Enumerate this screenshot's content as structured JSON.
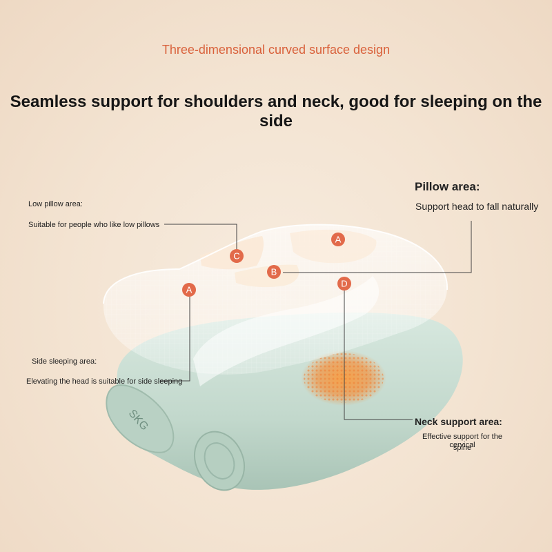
{
  "header": {
    "subtitle": "Three-dimensional curved surface design",
    "headline": "Seamless support for shoulders and neck, good for sleeping on the side"
  },
  "callouts": {
    "low_pillow": {
      "title": "Low pillow area:",
      "desc": "Suitable for people who like low pillows",
      "marker": "C"
    },
    "pillow": {
      "title": "Pillow area:",
      "desc": "Support head to fall naturally",
      "marker": "B"
    },
    "side_sleeping": {
      "title": "Side sleeping area:",
      "desc": "Elevating the head is suitable for side sleeping",
      "marker": "A"
    },
    "neck_support": {
      "title": "Neck support area:",
      "desc_line1": "Effective support for the cervical",
      "desc_line2": "spine",
      "marker": "D"
    }
  },
  "markers": {
    "top_right": "A"
  },
  "product": {
    "logo_text": "SKG"
  },
  "colors": {
    "accent": "#e26a4a",
    "pillow_body": "#c9ddd2",
    "heat_pad": "#f08a3c",
    "leader_line": "#444444"
  }
}
